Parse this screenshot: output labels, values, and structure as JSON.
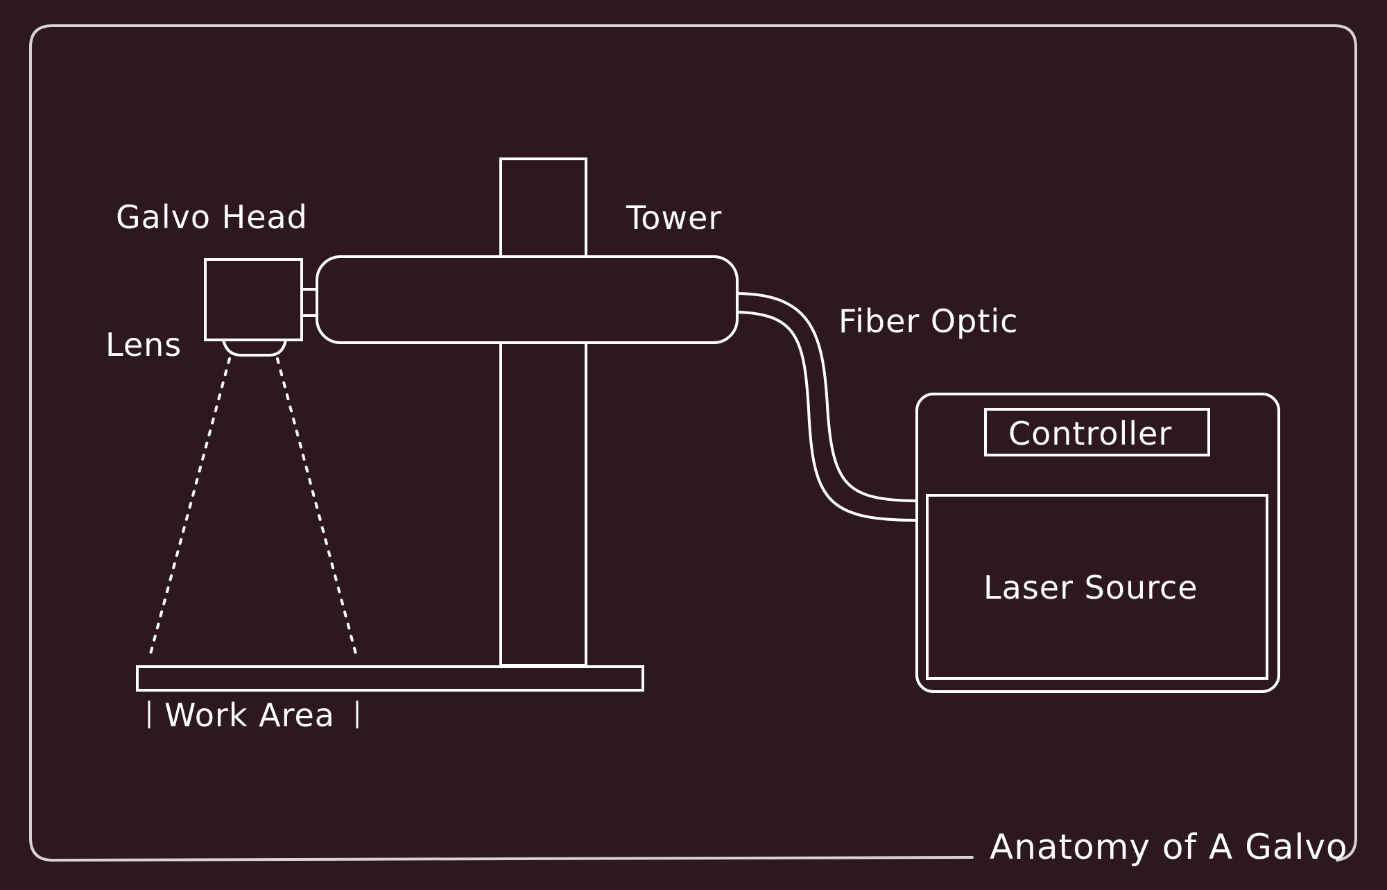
{
  "diagram": {
    "title": "Anatomy of A Galvo",
    "labels": {
      "galvo_head": "Galvo Head",
      "lens": "Lens",
      "tower": "Tower",
      "fiber_optic": "Fiber Optic",
      "controller": "Controller",
      "laser_source": "Laser Source",
      "work_area": "Work Area",
      "work_area_left_bracket": "|",
      "work_area_right_bracket": "|"
    },
    "components": [
      "Galvo Head",
      "Lens",
      "Tower",
      "Fiber Optic",
      "Controller",
      "Laser Source",
      "Work Area"
    ],
    "colors": {
      "background": "#2c181d",
      "frame": "#d8d2d3",
      "stroke": "#ffffff",
      "text": "#ffffff"
    }
  }
}
